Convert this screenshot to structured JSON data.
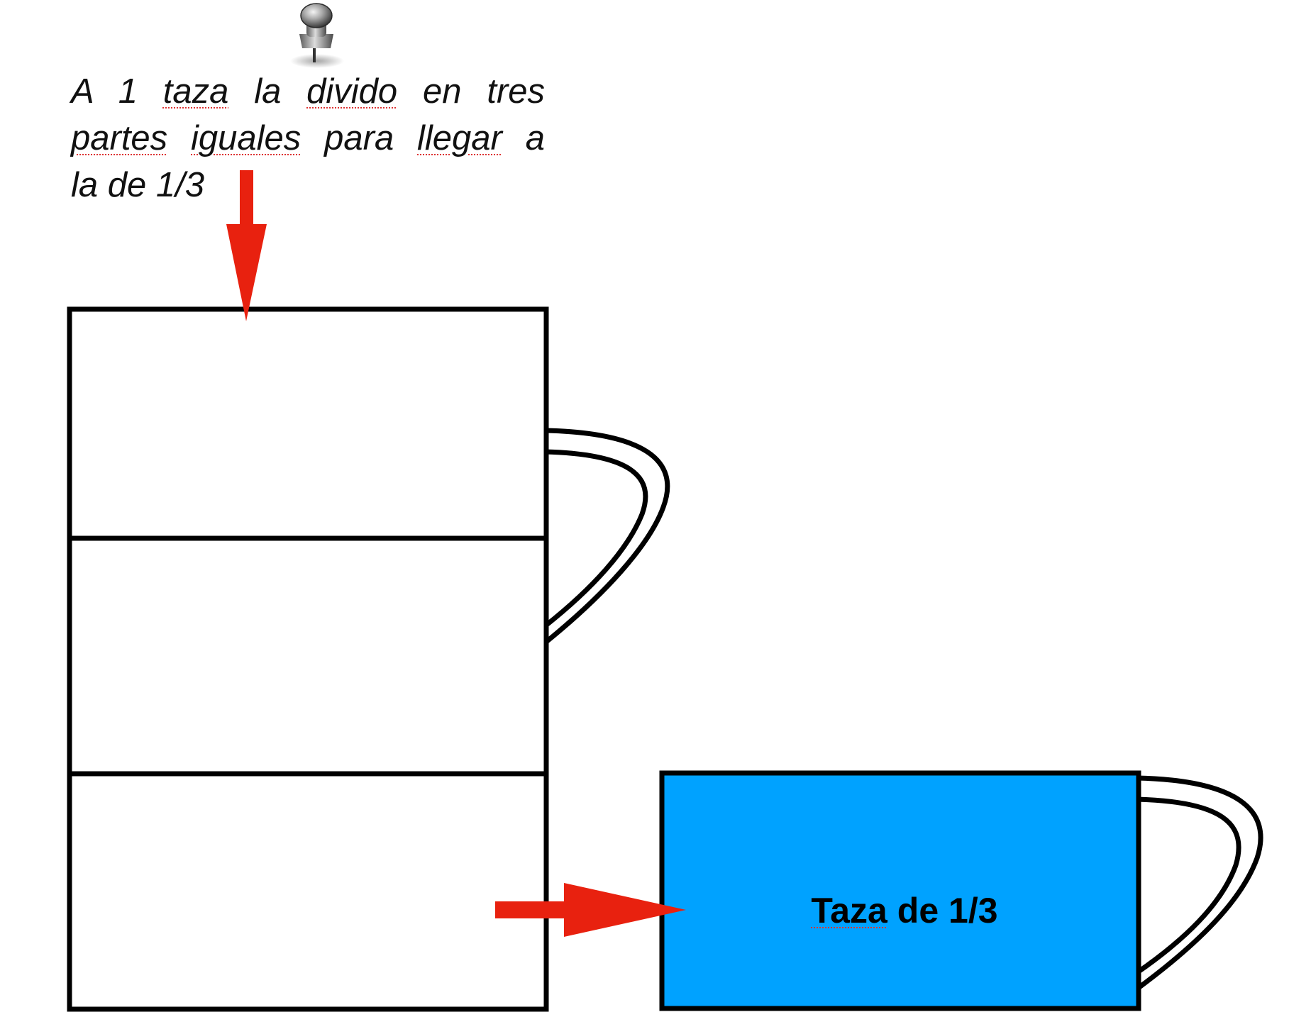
{
  "note": {
    "lines": [
      [
        "A",
        "1",
        "taza",
        "la",
        "divido",
        "en",
        "tres"
      ],
      [
        "partes",
        "iguales",
        "para",
        "llegar",
        "a"
      ],
      [
        "la",
        "de",
        "1/3"
      ]
    ],
    "misspelled": [
      "taza",
      "divido",
      "partes",
      "iguales",
      "llegar"
    ]
  },
  "small_cup": {
    "label_words": [
      "Taza",
      "de",
      "1/3"
    ],
    "fill_color": "#00a2ff"
  },
  "big_cup": {
    "parts": 3,
    "fill_color": "#ffffff"
  },
  "colors": {
    "stroke": "#000000",
    "arrow": "#e8210f"
  },
  "icons": [
    "pushpin-icon",
    "arrow-down-icon",
    "arrow-right-icon"
  ]
}
